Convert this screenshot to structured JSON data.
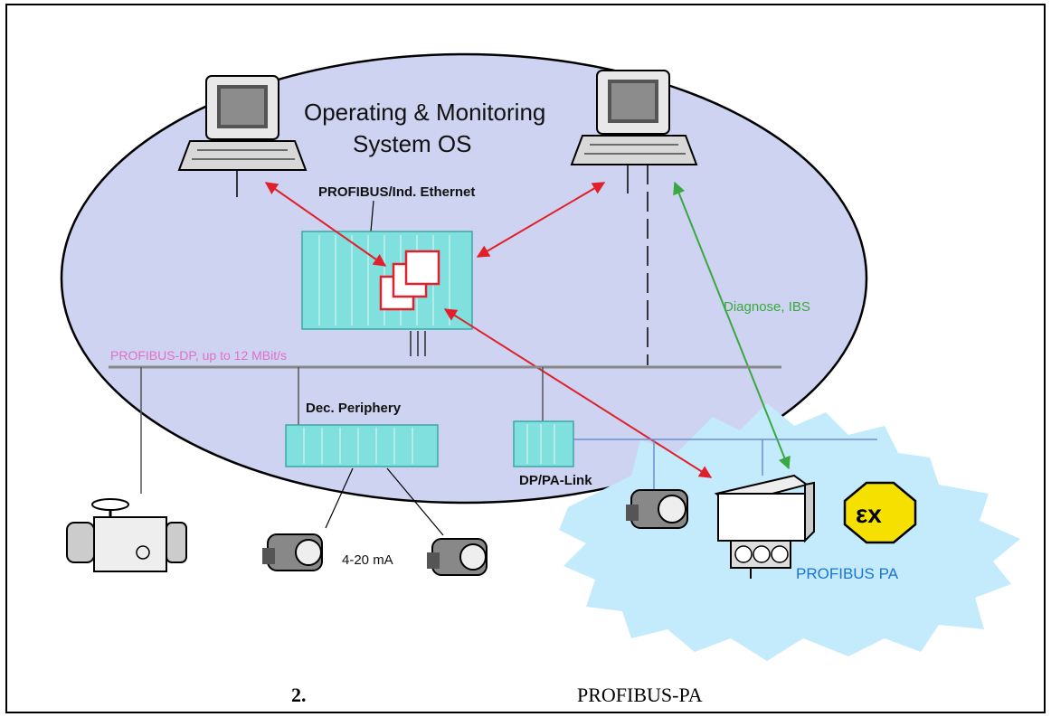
{
  "diagram": {
    "os_title_line1": "Operating & Monitoring",
    "os_title_line2": "System OS",
    "ethernet_label": "PROFIBUS/Ind. Ethernet",
    "dp_bus_label": "PROFIBUS-DP, up to 12 MBit/s",
    "diagnose_label": "Diagnose, IBS",
    "dec_periphery_label": "Dec. Periphery",
    "dp_pa_link_label": "DP/PA-Link",
    "current_loop_label": "4-20 mA",
    "profibus_pa_label": "PROFIBUS PA",
    "ex_symbol": "εx"
  },
  "caption": {
    "number": "2.",
    "text": "PROFIBUS-PA"
  },
  "colors": {
    "os_ellipse": "#cdd3f0",
    "pa_cloud": "#c4ebfb",
    "controller": "#7fe0dd",
    "red_link": "#e0202a",
    "green_link": "#3aa840",
    "dp_label": "#e070c8",
    "pa_label": "#1b73d8",
    "ex_badge": "#f5e000"
  }
}
